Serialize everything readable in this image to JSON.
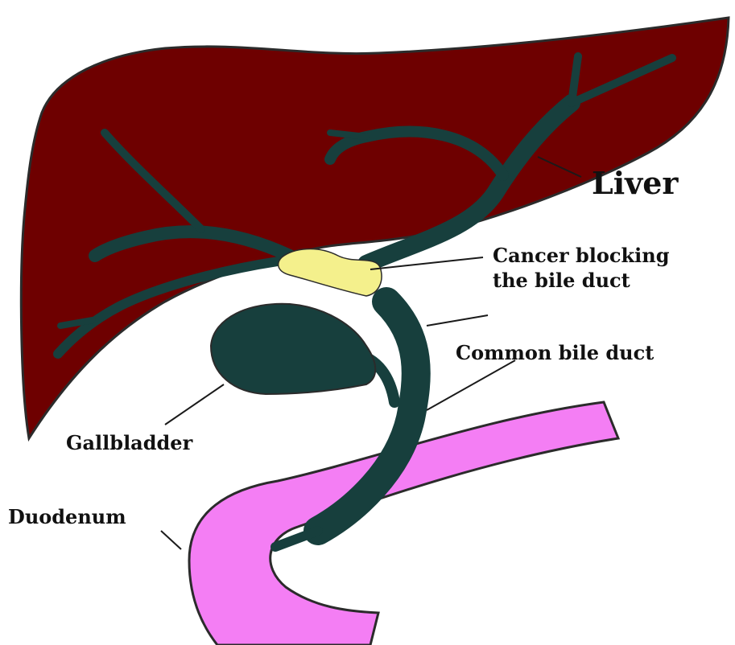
{
  "labels": {
    "liver": "Liver",
    "cancer_line1": "Cancer blocking",
    "cancer_line2": "the bile duct",
    "common_bile_duct": "Common bile duct",
    "gallbladder": "Gallbladder",
    "duodenum": "Duodenum"
  },
  "colors": {
    "liver": "#6e0000",
    "duct": "#173f3d",
    "tumor": "#f4f08c",
    "duodenum": "#f47ef4",
    "outline": "#2b2b2b"
  }
}
